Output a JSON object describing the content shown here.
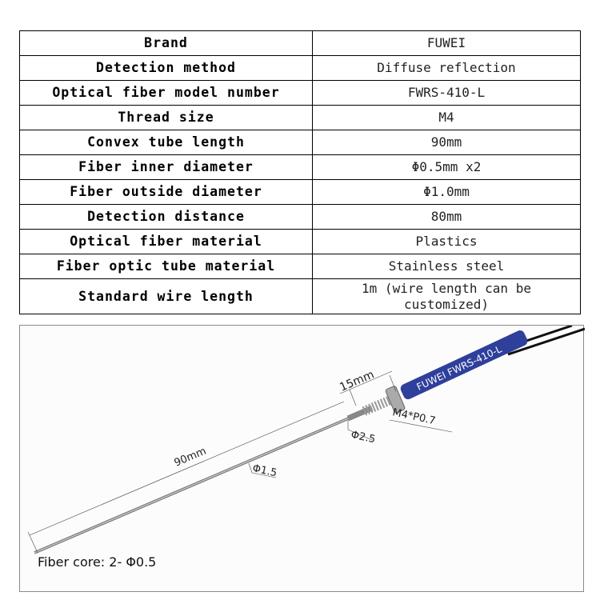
{
  "specs": [
    {
      "label": "Brand",
      "value": "FUWEI"
    },
    {
      "label": "Detection method",
      "value": "Diffuse reflection"
    },
    {
      "label": "Optical fiber model number",
      "value": "FWRS-410-L"
    },
    {
      "label": "Thread size",
      "value": "M4"
    },
    {
      "label": "Convex tube length",
      "value": "90mm"
    },
    {
      "label": "Fiber inner diameter",
      "value": "Φ0.5mm x2"
    },
    {
      "label": "Fiber outside diameter",
      "value": "Φ1.0mm"
    },
    {
      "label": "Detection distance",
      "value": "80mm"
    },
    {
      "label": "Optical fiber material",
      "value": "Plastics"
    },
    {
      "label": "Fiber optic tube material",
      "value": "Stainless steel"
    },
    {
      "label": "Standard wire length",
      "value": "1m (wire length can be customized)"
    }
  ],
  "diagram": {
    "sleeve_text": "FUWEI FWRS-410-L",
    "dim_15": "15mm",
    "dim_thread": "M4*P0.7",
    "dim_d25": "Φ2.5",
    "dim_90": "90mm",
    "dim_d15": "Φ1.5",
    "caption": "Fiber core: 2- Φ0.5",
    "sleeve_color": "#2f3f9c"
  }
}
